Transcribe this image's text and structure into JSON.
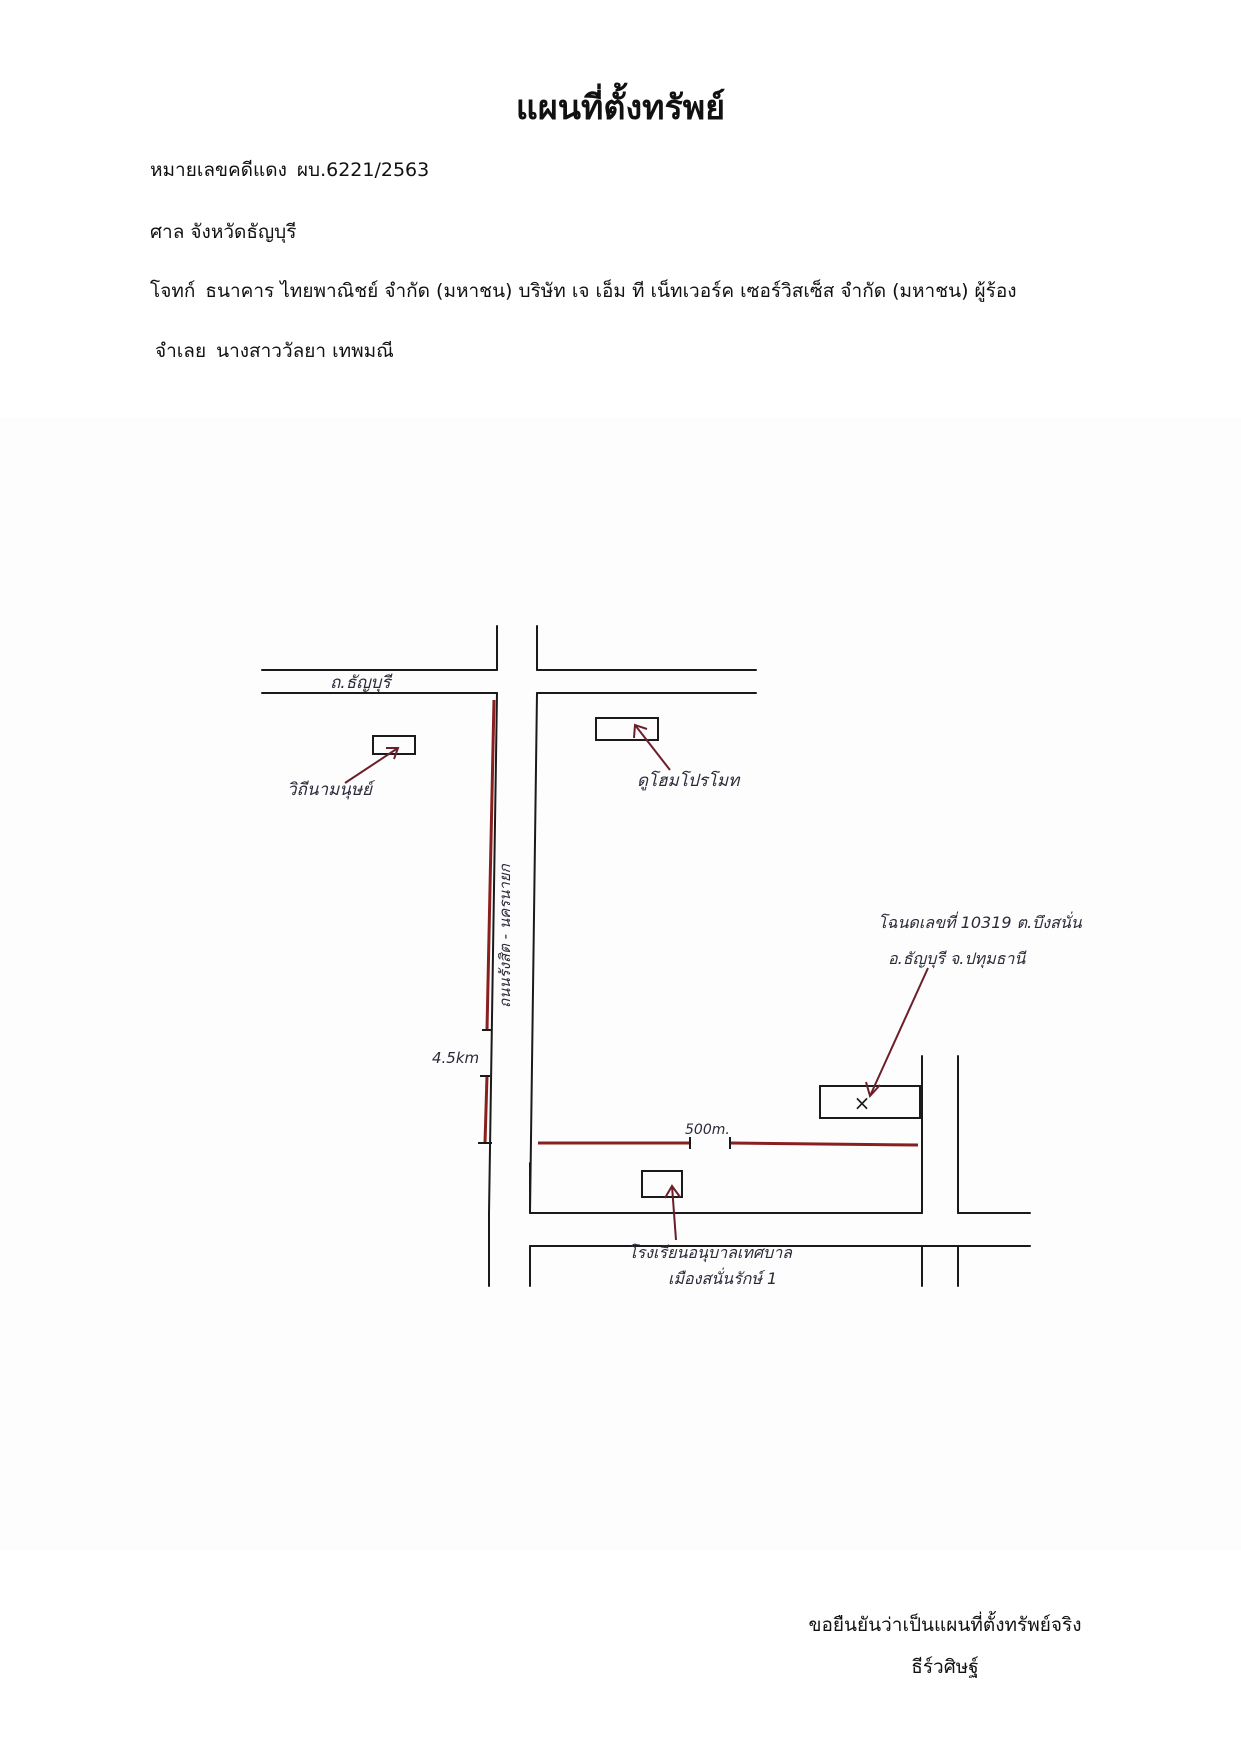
{
  "title": "แผนที่ตั้งทรัพย์",
  "case": {
    "label": "หมายเลขคดีแดง",
    "number": "ผบ.6221/2563"
  },
  "court": "ศาล จังหวัดธัญบุรี",
  "plaintiff": {
    "label": "โจทก์",
    "names": "ธนาคาร ไทยพาณิชย์ จำกัด (มหาชน) บริษัท เจ เอ็ม ที เน็ทเวอร์ค เซอร์วิสเซ็ส จำกัด (มหาชน) ผู้ร้อง"
  },
  "defendant": {
    "label": "จำเลย",
    "name": "นางสาววัลยา เทพมณี"
  },
  "map": {
    "road_top": "ถ.ธัญบุรี",
    "road_vertical": "ถนนรังสิต - นครนายก",
    "distance_vertical": "4.5km",
    "distance_horizontal": "500m.",
    "landmark_left": "วิถีนามนุษย์",
    "landmark_right": "ดูโฮมโปรโมท",
    "landmark_bottom_line1": "โรงเรียนอนุบาลเทศบาล",
    "landmark_bottom_line2": "เมืองสนั่นรักษ์ 1",
    "property_line1": "โฉนดเลขที่ 10319 ต.บึงสนั่น",
    "property_line2": "อ.ธัญบุรี จ.ปทุมธานี"
  },
  "confirmation": "ขอยืนยันว่าเป็นแผนที่ตั้งทรัพย์จริง",
  "signer": "ธีร์วศิษฐ์"
}
